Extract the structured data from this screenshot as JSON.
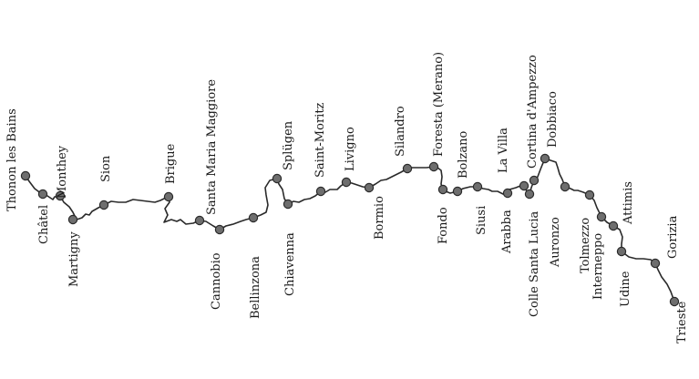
{
  "colors": {
    "route": "#2a2a2a",
    "stop_fill": "#6e6e6e",
    "stop_stroke": "#2a2a2a",
    "text": "#1a1a1a"
  },
  "stops": [
    {
      "name": "Thonon les Bains"
    },
    {
      "name": "Châtel"
    },
    {
      "name": "Monthey"
    },
    {
      "name": "Martigny"
    },
    {
      "name": "Sion"
    },
    {
      "name": "Brigue"
    },
    {
      "name": "Santa Maria Maggiore"
    },
    {
      "name": "Cannobio"
    },
    {
      "name": "Bellinzona"
    },
    {
      "name": "Splügen"
    },
    {
      "name": "Chiavenna"
    },
    {
      "name": "Saint-Moritz"
    },
    {
      "name": "Livigno"
    },
    {
      "name": "Bormio"
    },
    {
      "name": "Silandro"
    },
    {
      "name": "Foresta (Merano)"
    },
    {
      "name": "Fondo"
    },
    {
      "name": "Bolzano"
    },
    {
      "name": "Siusi"
    },
    {
      "name": "Arabba"
    },
    {
      "name": "La Villa"
    },
    {
      "name": "Colle Santa Lucia"
    },
    {
      "name": "Cortina d'Ampezzo"
    },
    {
      "name": "Dobbiaco"
    },
    {
      "name": "Auronzo"
    },
    {
      "name": "Tolmezzo"
    },
    {
      "name": "Interneppo"
    },
    {
      "name": "Attimis"
    },
    {
      "name": "Udine"
    },
    {
      "name": "Gorizia"
    },
    {
      "name": "Trieste"
    }
  ]
}
